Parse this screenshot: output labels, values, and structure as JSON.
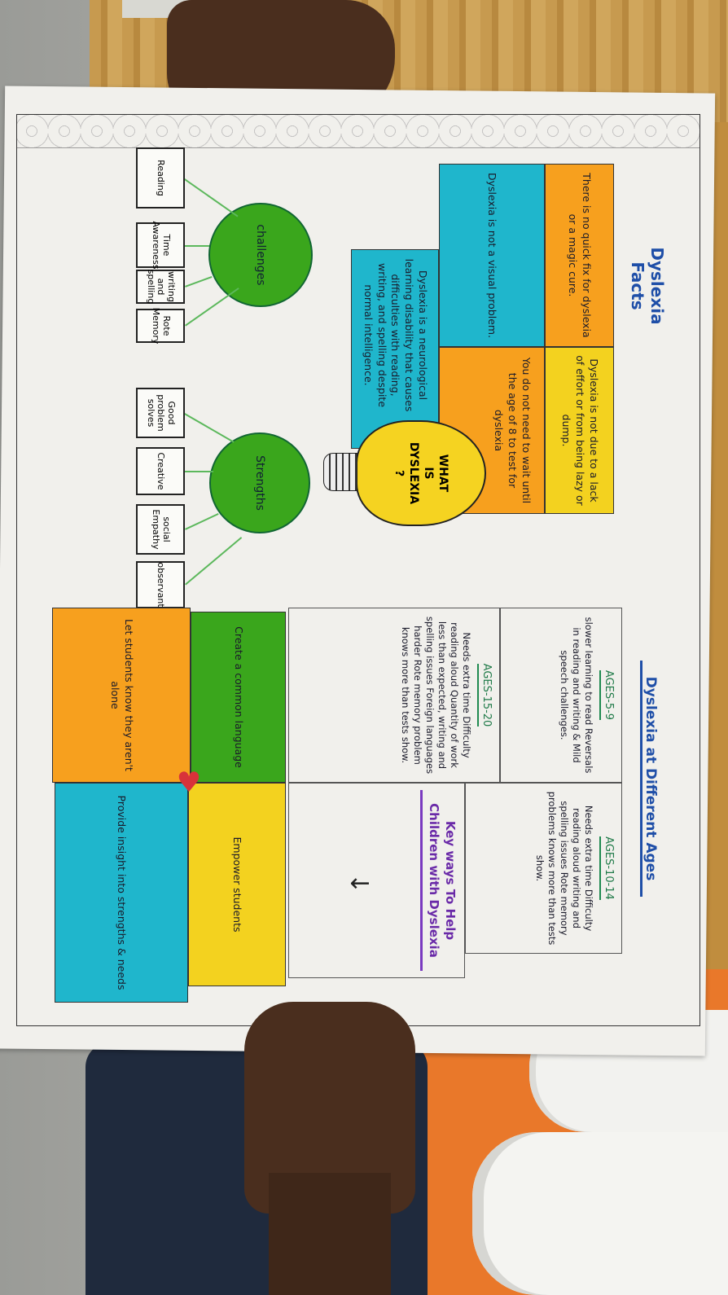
{
  "poster": {
    "facts_title": "Dyslexia Facts",
    "what_is": [
      "WHAT",
      "IS",
      "DYSLEXIA",
      "?"
    ],
    "facts": [
      {
        "text": "There is no quick fix for dyslexia or a magic cure.",
        "color": "#f7a01e"
      },
      {
        "text": "Dyslexia is not due to a lack of effort or from being lazy or dump.",
        "color": "#f3d21f"
      },
      {
        "text": "Dyslexia is not a visual problem.",
        "color": "#1fb6cc"
      },
      {
        "text": "You do not need to wait until the age of 8 to test for dyslexia",
        "color": "#f7a01e"
      },
      {
        "text": "Dyslexia is a neurological learning disability that causes difficulties with reading, writing, and spelling despite normal intelligence.",
        "color": "#1fb6cc"
      }
    ],
    "challenges": {
      "label": "challenges",
      "items": [
        "Reading",
        "Time Awareness",
        "writing and spelling",
        "Rote Memory"
      ]
    },
    "strengths": {
      "label": "Strengths",
      "items": [
        "Good problem solves",
        "Creative",
        "social Empathy",
        "observant"
      ]
    },
    "ages_title": "Dyslexia at Different Ages",
    "ages": [
      {
        "heading": "AGES-5-9",
        "text": "slower learning to read Reversals in reading and writing & Mild speech challenges."
      },
      {
        "heading": "AGES-10-14",
        "text": "Needs extra time Difficulty reading aloud writing and spelling issues Rote memory problems knows more than tests show."
      },
      {
        "heading": "AGES-15-20",
        "text": "Needs extra time Difficulty reading aloud Quantity of work less than expected, writing and spelling issues Foreign languages harder Rote memory problem knows more than tests show."
      }
    ],
    "help_title": "Key ways To Help Children with Dyslexia",
    "help": [
      {
        "text": "Create a common language",
        "color": "#3aa61c"
      },
      {
        "text": "Let students know they aren't alone",
        "color": "#f7a01e"
      },
      {
        "text": "Empower students",
        "color": "#f3d21f"
      },
      {
        "text": "Provide insight into strengths & needs",
        "color": "#1fb6cc"
      }
    ],
    "heart_color": "#d8323a"
  }
}
